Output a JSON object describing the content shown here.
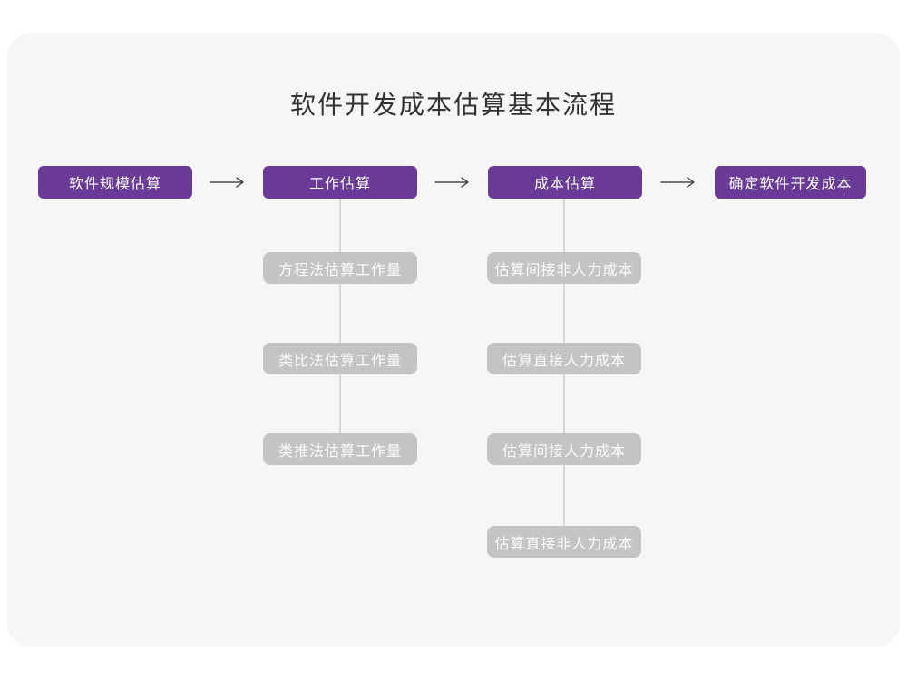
{
  "title": "软件开发成本估算基本流程",
  "flow": {
    "main_steps": [
      {
        "label": "软件规模估算"
      },
      {
        "label": "工作估算"
      },
      {
        "label": "成本估算"
      },
      {
        "label": "确定软件开发成本"
      }
    ],
    "work_substeps": [
      "方程法估算工作量",
      "类比法估算工作量",
      "类推法估算工作量"
    ],
    "cost_substeps": [
      "估算间接非人力成本",
      "估算直接人力成本",
      "估算间接人力成本",
      "估算直接非人力成本"
    ]
  },
  "icons": {
    "arrow_right": "right-arrow"
  },
  "colors": {
    "step_purple": "#693a97",
    "substep_gray": "#c4c4c4",
    "connector_gray": "#d8d8d8",
    "arrow_gray": "#4a4a4a",
    "canvas_bg": "#f6f6f7",
    "title_text": "#333333"
  }
}
